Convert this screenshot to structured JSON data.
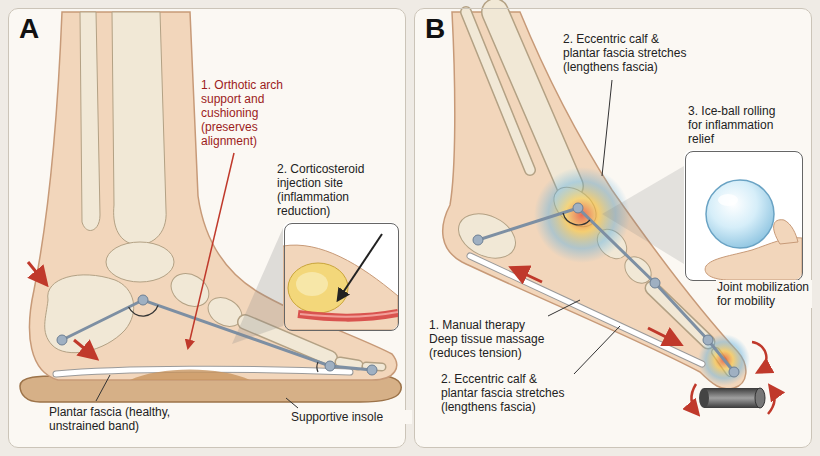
{
  "diagram": {
    "nodes": [
      {
        "text": [
          "A"
        ]
      },
      {
        "text": [
          "2. Corticosteroid injection site (inflammation reduction)"
        ],
        "in": 0
      },
      {
        "text": [
          "B"
        ]
      },
      {
        "text": [
          "3. Ice-ball rolling for inflammation relief"
        ],
        "in": 2
      }
    ],
    "labels": [
      "1. Orthotic arch support and cushioning (preserves alignment)",
      "Plantar fascia (healthy, unstrained band)",
      "Supportive insole",
      "2. Eccentric calf & plantar fascia stretches (lengthens fascia)",
      "1. Manual therapy Deep tissue massage (reduces tension)",
      "2. Eccentric calf & plantar fascia stretches (lengthens fascia)",
      "Joint mobilization for mobility"
    ]
  }
}
